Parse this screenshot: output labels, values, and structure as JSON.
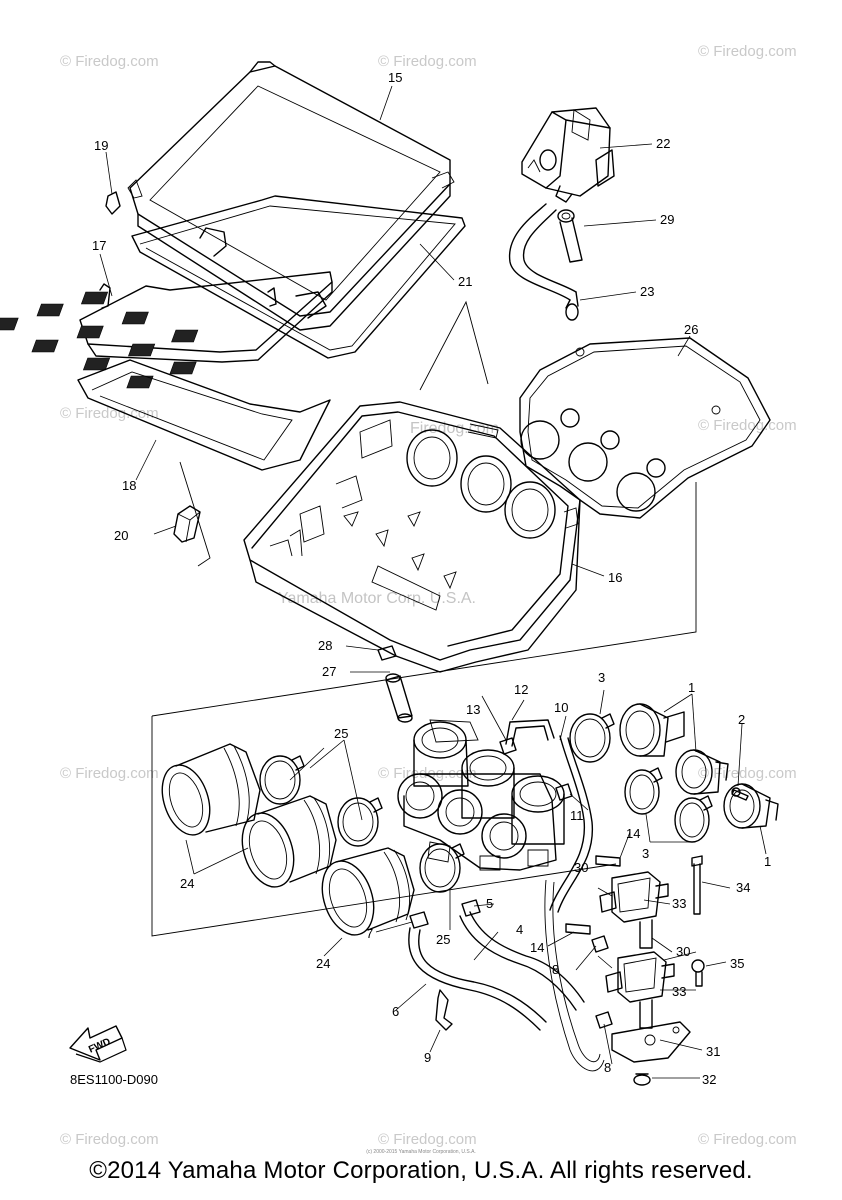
{
  "watermarks": {
    "firedog": "© Firedog.com",
    "firedog_mid": "Firedog.com",
    "yamaha_mid": "Yamaha Motor Corp. U.S.A."
  },
  "callouts": {
    "c1": "1",
    "c2": "2",
    "c3": "3",
    "c4": "4",
    "c5": "5",
    "c6": "6",
    "c7": "7",
    "c8": "8",
    "c9": "9",
    "c10": "10",
    "c11": "11",
    "c12": "12",
    "c13": "13",
    "c14": "14",
    "c15": "15",
    "c16": "16",
    "c17": "17",
    "c18": "18",
    "c19": "19",
    "c20": "20",
    "c21": "21",
    "c22": "22",
    "c23": "23",
    "c24": "24",
    "c25": "25",
    "c26": "26",
    "c27": "27",
    "c28": "28",
    "c29": "29",
    "c30": "30",
    "c31": "31",
    "c32": "32",
    "c33": "33",
    "c34": "34",
    "c35": "35"
  },
  "fwd_label": "FWD",
  "diagram_code": "8ES1100-D090",
  "fine_print": "(c) 2000-2015 Yamaha Motor Corporation, U.S.A.",
  "copyright": "©2014 Yamaha Motor Corporation, U.S.A. All rights reserved."
}
